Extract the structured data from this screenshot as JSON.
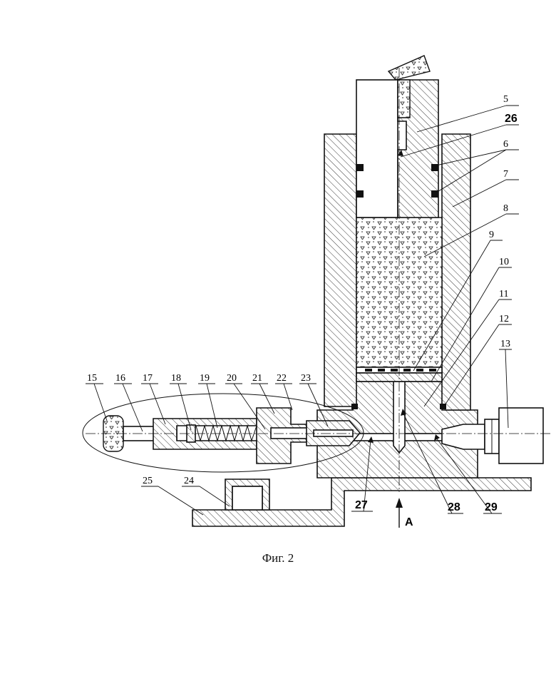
{
  "figure": {
    "caption": "Фиг. 2",
    "view_letter": "A",
    "labels": [
      "5",
      "6",
      "7",
      "8",
      "9",
      "10",
      "11",
      "12",
      "13",
      "15",
      "16",
      "17",
      "18",
      "19",
      "20",
      "21",
      "22",
      "23",
      "24",
      "25"
    ],
    "bold_labels": [
      "26",
      "27",
      "28",
      "29"
    ]
  }
}
